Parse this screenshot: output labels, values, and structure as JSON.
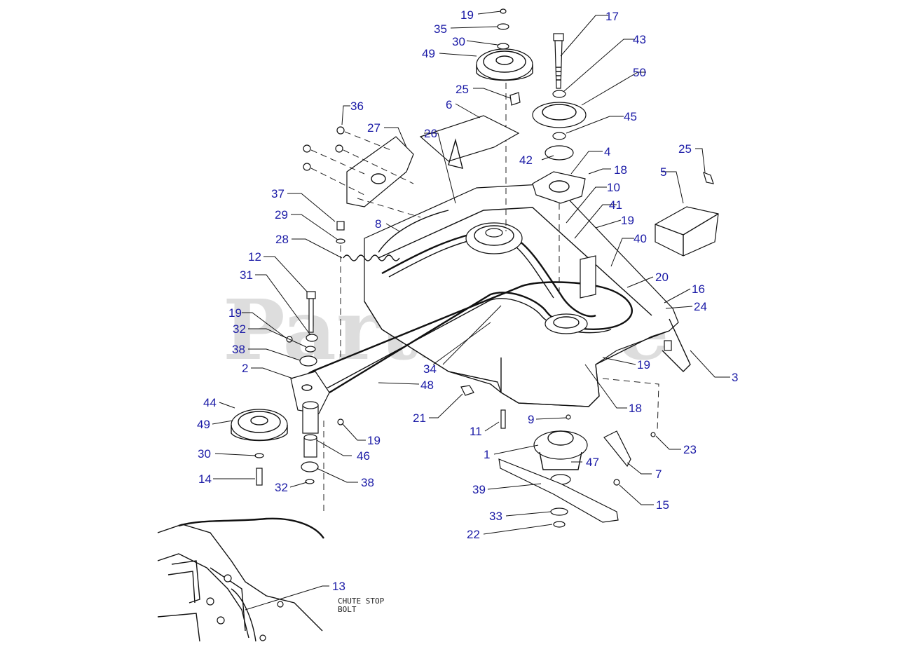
{
  "watermark": {
    "text": "PartsTree",
    "trademark": "TM"
  },
  "callouts": {
    "c1": "1",
    "c2": "2",
    "c3": "3",
    "c4": "4",
    "c5": "5",
    "c6": "6",
    "c7": "7",
    "c8": "8",
    "c9": "9",
    "c10": "10",
    "c11": "11",
    "c12": "12",
    "c13": "13",
    "c14": "14",
    "c15": "15",
    "c16": "16",
    "c17": "17",
    "c18a": "18",
    "c18b": "18",
    "c19a": "19",
    "c19b": "19",
    "c19c": "19",
    "c19d": "19",
    "c19e": "19",
    "c20": "20",
    "c21": "21",
    "c22": "22",
    "c23": "23",
    "c24": "24",
    "c25a": "25",
    "c25b": "25",
    "c26": "26",
    "c27": "27",
    "c28": "28",
    "c29": "29",
    "c30a": "30",
    "c30b": "30",
    "c31": "31",
    "c32a": "32",
    "c32b": "32",
    "c33": "33",
    "c34": "34",
    "c35": "35",
    "c36": "36",
    "c37": "37",
    "c38a": "38",
    "c38b": "38",
    "c39": "39",
    "c40": "40",
    "c41": "41",
    "c42": "42",
    "c43": "43",
    "c44": "44",
    "c45": "45",
    "c46": "46",
    "c47": "47",
    "c48": "48",
    "c49a": "49",
    "c49b": "49",
    "c50": "50"
  },
  "inset_note": {
    "line1": "CHUTE STOP",
    "line2": "BOLT"
  },
  "colors": {
    "callout": "#1a1aa6",
    "line": "#111111",
    "watermark": "#d2d2d2"
  }
}
